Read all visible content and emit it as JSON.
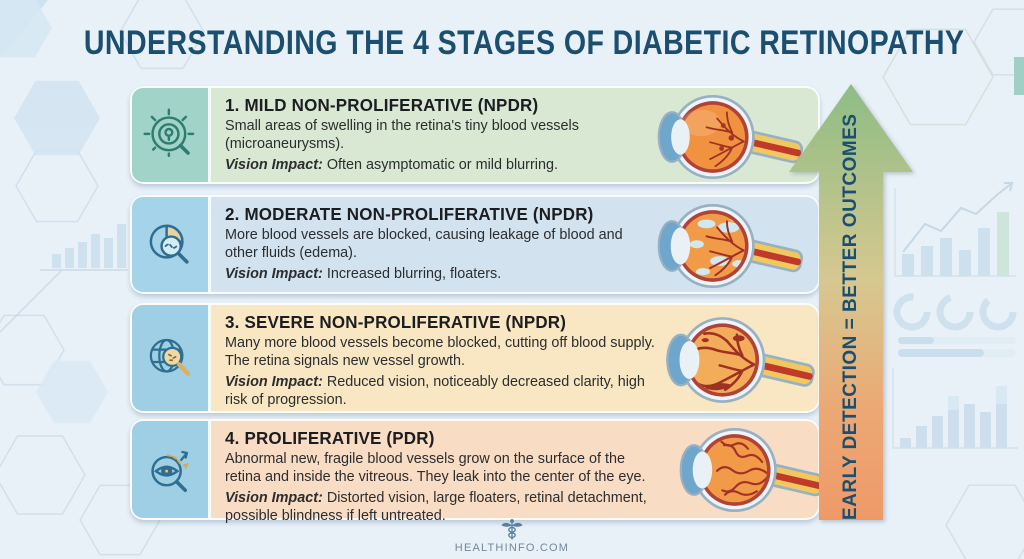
{
  "title": "UNDERSTANDING THE 4 STAGES OF DIABETIC RETINOPATHY",
  "arrow": {
    "label": "EARLY DETECTION = BETTER OUTCOMES",
    "gradient_top": "#8dbd85",
    "gradient_bottom": "#ee9a68",
    "label_color": "#1b4e6f"
  },
  "stages": [
    {
      "number": "1",
      "title": "1. MILD NON-PROLIFERATIVE (NPDR)",
      "description": "Small areas of swelling in the retina's tiny blood vessels (microaneurysms).",
      "vision_impact_label": "Vision Impact:",
      "vision_impact": "Often asymptomatic or mild blurring.",
      "icon": "magnifier-dial-eye-icon",
      "row_bg": "#d8e8d3",
      "icon_bg": "#a2d3c8"
    },
    {
      "number": "2",
      "title": "2. MODERATE NON-PROLIFERATIVE (NPDR)",
      "description": "More blood vessels are blocked, causing leakage of blood and other fluids (edema).",
      "vision_impact_label": "Vision Impact:",
      "vision_impact": "Increased blurring, floaters.",
      "icon": "magnifier-pie-icon",
      "row_bg": "#d2e2ee",
      "icon_bg": "#a5d3e9"
    },
    {
      "number": "3",
      "title": "3. SEVERE NON-PROLIFERATIVE (NPDR)",
      "description": "Many more blood vessels become blocked, cutting off blood supply. The retina signals new vessel growth.",
      "vision_impact_label": "Vision Impact:",
      "vision_impact": "Reduced vision, noticeably decreased clarity, high risk of progression.",
      "icon": "globe-magnifier-icon",
      "row_bg": "#f8e7c2",
      "icon_bg": "#9ecfe5"
    },
    {
      "number": "4",
      "title": "4. PROLIFERATIVE (PDR)",
      "description": "Abnormal new, fragile blood vessels grow on the surface of the retina and inside the vitreous. They leak into the center of the eye.",
      "vision_impact_label": "Vision Impact:",
      "vision_impact": "Distorted vision, large floaters, retinal detachment, possible blindness if left untreated.",
      "icon": "eye-magnifier-arrow-icon",
      "row_bg": "#f8dcc3",
      "icon_bg": "#9ecfe5"
    }
  ],
  "footer": {
    "brand": "HEALTHINFO.COM",
    "icon": "caduceus-icon"
  }
}
